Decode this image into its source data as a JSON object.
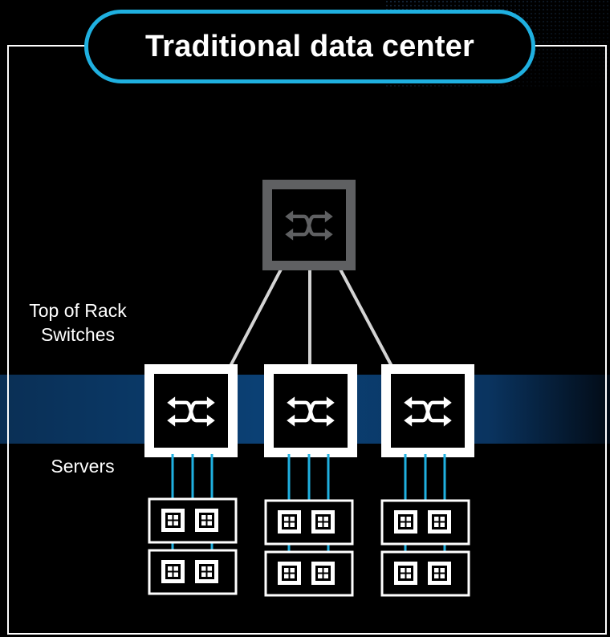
{
  "title": "Traditional data center",
  "labels": {
    "top_of_rack": "Top of Rack\nSwitches",
    "servers": "Servers"
  },
  "colors": {
    "background": "#000000",
    "accent": "#1fb0e0",
    "band": "#0b3e6e",
    "core_switch": "#5f6062",
    "uplink": "#d4d4d4",
    "switch_fill": "#ffffff",
    "icon_fill": "#000000"
  },
  "icons": {
    "core": "network-switch-icon",
    "tor": "network-switch-icon",
    "server_unit": "server-unit-icon"
  }
}
